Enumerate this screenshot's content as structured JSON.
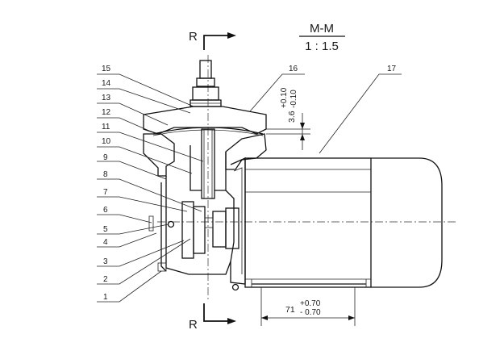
{
  "section": {
    "name": "M-M",
    "scale": "1 : 1.5"
  },
  "section_marks": {
    "top": "R",
    "bottom": "R"
  },
  "callouts": [
    "1",
    "2",
    "3",
    "4",
    "5",
    "6",
    "7",
    "8",
    "9",
    "10",
    "11",
    "12",
    "13",
    "14",
    "15",
    "16",
    "17"
  ],
  "dimensions": {
    "vertical": {
      "nominal": "3.6",
      "upper_tol": "+0.10",
      "lower_tol": "-0.10"
    },
    "horizontal": {
      "nominal": "71",
      "upper_tol": "+0.70",
      "lower_tol": "- 0.70"
    }
  }
}
